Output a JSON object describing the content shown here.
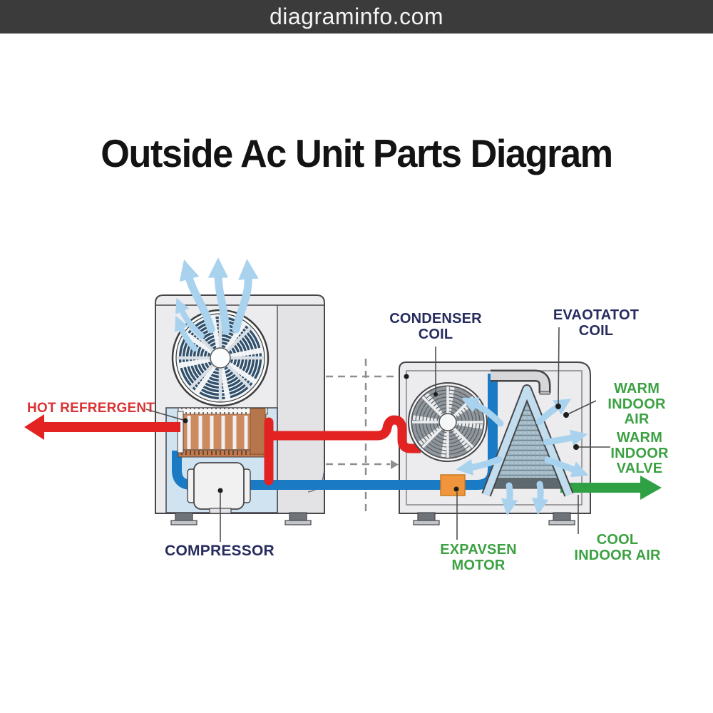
{
  "banner": {
    "text": "diagraminfo.com",
    "bg_color": "#3b3b3b",
    "text_color": "#f3f3f3"
  },
  "title": {
    "text": "Outside Ac Unit Parts Diagram"
  },
  "diagram": {
    "labels": {
      "hot_refrigerant": "HOT REFRERGENT",
      "condenser_coil": "CONDENSER\nCOIL",
      "evaporator_coil": "EVAOTATOT\nCOIL",
      "warm_indoor_air": "WARM\nINDOOR AIR",
      "warm_indoor_valve": "WARM\nINDOOR\nVALVE",
      "cool_indoor_air": "COOL\nINDOOR AIR",
      "expansion_motor": "EXPAVSEN\nMOTOR",
      "compressor": "COMPRESSOR"
    },
    "colors": {
      "label_navy": "#262c5e",
      "label_green": "#3ca143",
      "label_red": "#d93434",
      "pipe_hot": "#e32322",
      "pipe_cold": "#1b7ac4",
      "pipe_supply": "#2fa144",
      "airflow_arrow": "#a8d2ee",
      "coil_copper": "#cc8a5e",
      "expansion_valve": "#f0953b",
      "unit_body": "#ececee",
      "inner_panel": "#cfe3f1",
      "outline": "#46464a"
    }
  }
}
